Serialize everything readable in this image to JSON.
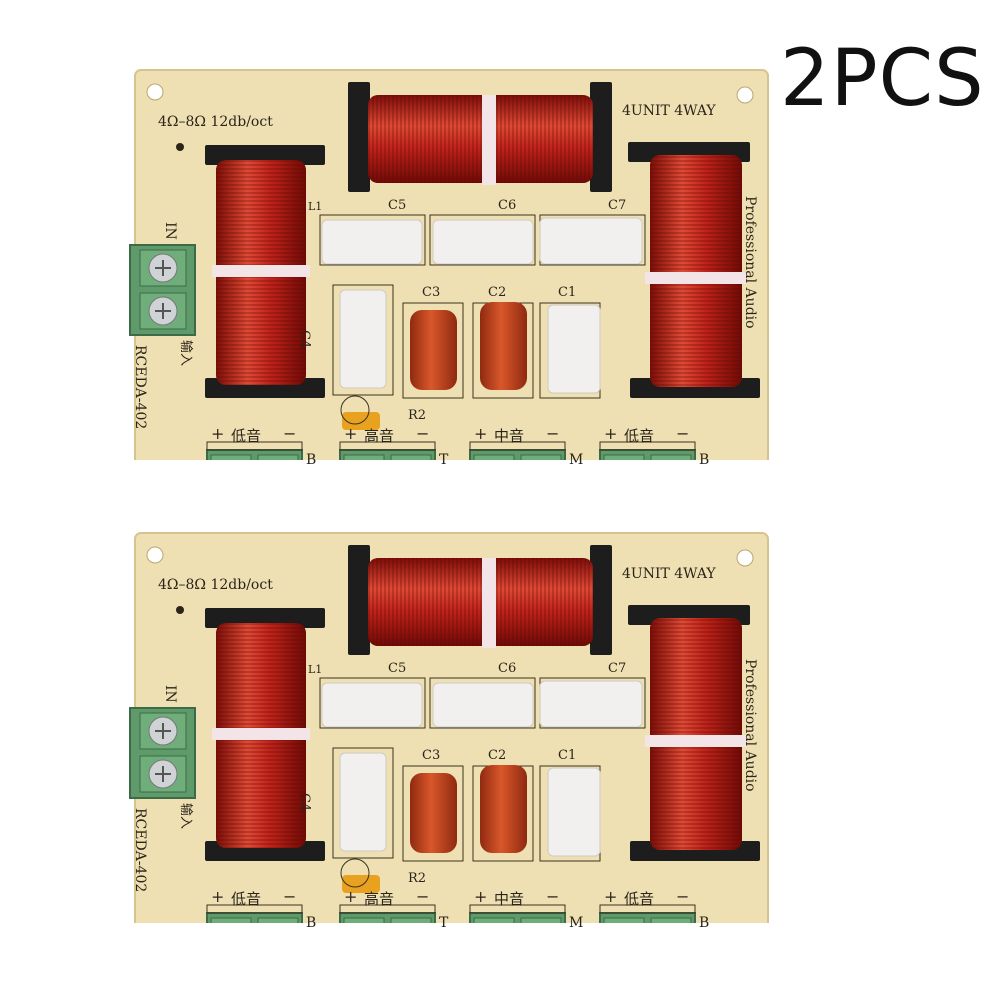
{
  "quantity_label": "2PCS",
  "board": {
    "impedance_slope": "4Ω–8Ω 12db/oct",
    "unit_way": "4UNIT 4WAY",
    "brand": "Professional Audio",
    "model": "RCEDA-402",
    "input_label": "IN",
    "input_cn": "输入",
    "l1": "L1",
    "cap_labels": {
      "c1": "C1",
      "c2": "C2",
      "c3": "C3",
      "c4": "C4",
      "c5": "C5",
      "c6": "C6",
      "c7": "C7"
    },
    "r2": "R2",
    "plus": "+",
    "minus": "−",
    "outputs": [
      {
        "cn": "低音",
        "code": "B"
      },
      {
        "cn": "高音",
        "code": "T"
      },
      {
        "cn": "中音",
        "code": "M"
      },
      {
        "cn": "低音",
        "code": "B"
      }
    ],
    "colors": {
      "pcb": "#efe0b3",
      "coil": "#c0231a",
      "terminal": "#5e9a6a",
      "capacitor_white": "#f1f0ee",
      "capacitor_orange": "#c4441d"
    }
  }
}
